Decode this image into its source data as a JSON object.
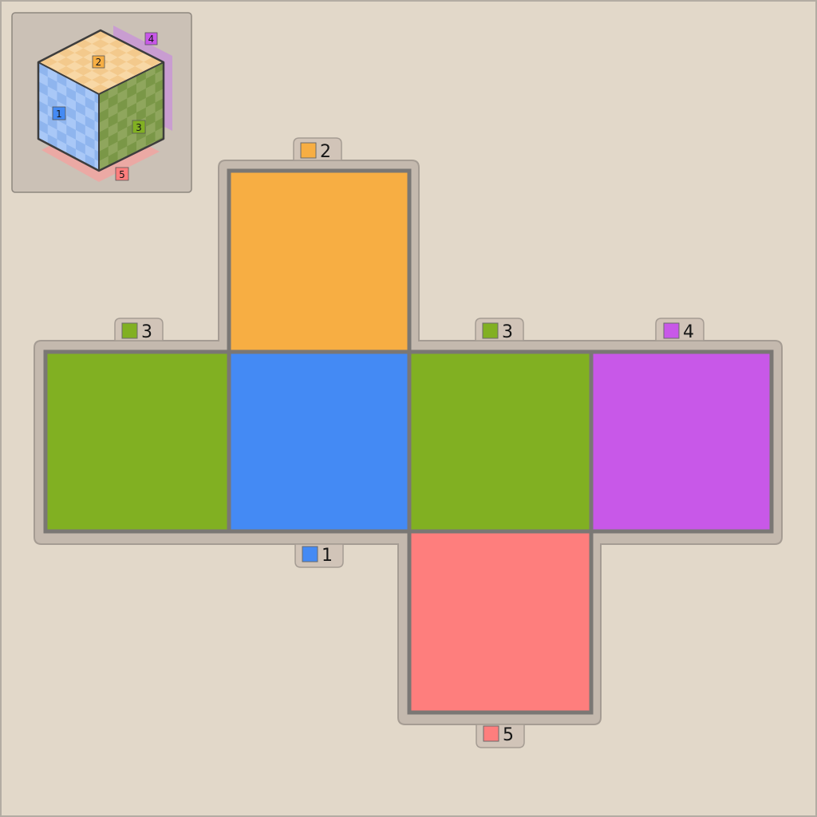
{
  "colors": {
    "background": "#e2d8c9",
    "frame": "#b3aca3",
    "net_border": "#7a7774",
    "tab_fill": "#d1c4b8",
    "tab_stroke": "#a59c93",
    "label_text": "#151515",
    "preview_panel": "#cbc1b6",
    "preview_panel_stroke": "#8e877f",
    "cube_edge": "#3d3d3d"
  },
  "faces": {
    "1": {
      "name": "blue",
      "color": "#448af4",
      "light": "#a9c8f7"
    },
    "2": {
      "name": "orange",
      "color": "#f7ae43",
      "light": "#f8d6a2"
    },
    "3": {
      "name": "green",
      "color": "#81b022",
      "light": "#8fa65d"
    },
    "4": {
      "name": "purple",
      "color": "#c858e8",
      "light": "#c996d6"
    },
    "5": {
      "name": "red",
      "color": "#fe7e7d",
      "light": "#f2a3a0"
    }
  },
  "preview": {
    "labels": [
      "2",
      "4",
      "1",
      "3",
      "5"
    ]
  },
  "net": {
    "cells": [
      {
        "face": "2"
      },
      {
        "face": "3"
      },
      {
        "face": "1"
      },
      {
        "face": "3"
      },
      {
        "face": "4"
      },
      {
        "face": "5"
      }
    ],
    "tabs": [
      {
        "face": "2",
        "label": "2"
      },
      {
        "face": "3",
        "label": "3"
      },
      {
        "face": "3",
        "label": "3"
      },
      {
        "face": "4",
        "label": "4"
      },
      {
        "face": "1",
        "label": "1"
      },
      {
        "face": "5",
        "label": "5"
      }
    ]
  }
}
